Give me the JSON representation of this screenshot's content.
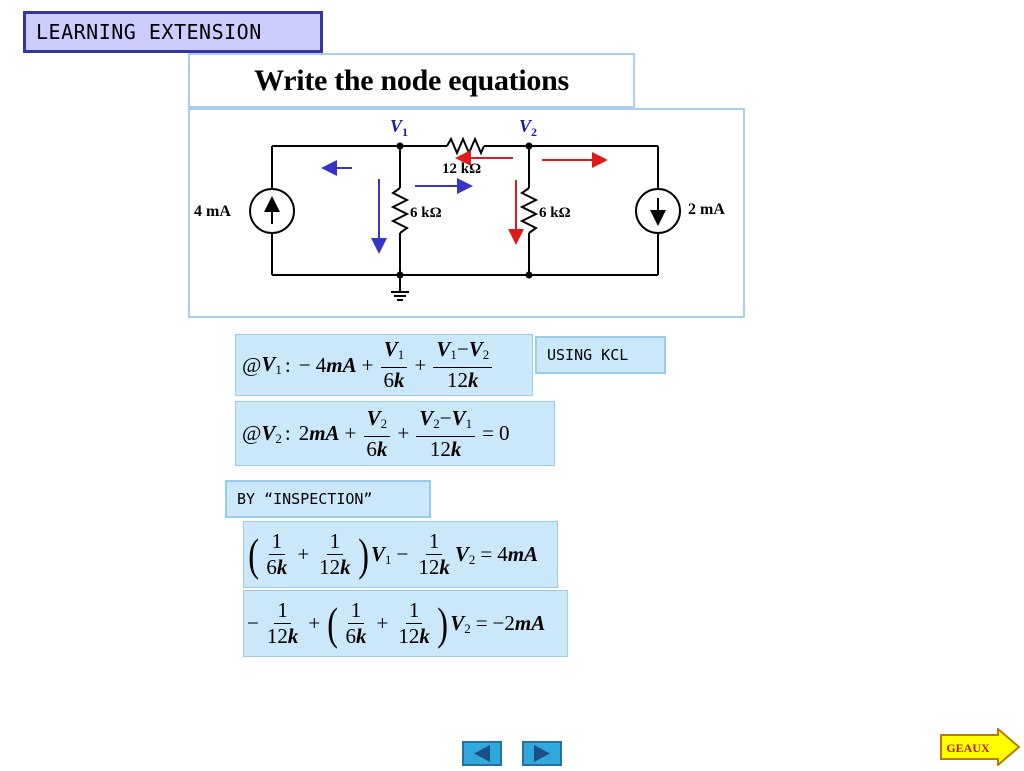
{
  "header": {
    "title": "LEARNING EXTENSION"
  },
  "prompt": "Write the node equations",
  "circuit": {
    "node1": "V",
    "node1_sub": "1",
    "node2": "V",
    "node2_sub": "2",
    "r_series": "12 kΩ",
    "r_left": "6 kΩ",
    "r_right": "6 kΩ",
    "source_left": "4 mA",
    "source_right": "2 mA"
  },
  "kcl_label": "USING KCL",
  "inspection_label": "BY “INSPECTION”",
  "eq1": {
    "at": "@",
    "node": "V",
    "node_sub": "1",
    "colon": ":",
    "t1": "− 4",
    "t1_unit": "mA",
    "plus1": "+",
    "n1": "V",
    "n1_sub": "1",
    "d1": "6",
    "d1_unit": "k",
    "plus2": "+",
    "n2a": "V",
    "n2a_sub": "1",
    "n2_minus": "−",
    "n2b": "V",
    "n2b_sub": "2",
    "d2": "12",
    "d2_unit": "k"
  },
  "eq2": {
    "at": "@",
    "node": "V",
    "node_sub": "2",
    "colon": ":",
    "t1": "2",
    "t1_unit": "mA",
    "plus1": "+",
    "n1": "V",
    "n1_sub": "2",
    "d1": "6",
    "d1_unit": "k",
    "plus2": "+",
    "n2a": "V",
    "n2a_sub": "2",
    "n2_minus": "−",
    "n2b": "V",
    "n2b_sub": "1",
    "d2": "12",
    "d2_unit": "k",
    "eq": "=",
    "rhs": "0"
  },
  "eq3": {
    "one": "1",
    "d1": "6",
    "d1_unit": "k",
    "plus": "+",
    "d2": "12",
    "d2_unit": "k",
    "v1": "V",
    "v1_sub": "1",
    "minus": "−",
    "d3": "12",
    "d3_unit": "k",
    "v2": "V",
    "v2_sub": "2",
    "eq": "=",
    "rhs": "4",
    "rhs_unit": "mA"
  },
  "eq4": {
    "lead": "−",
    "one": "1",
    "d1": "12",
    "d1_unit": "k",
    "plus": "+",
    "d2": "6",
    "d2_unit": "k",
    "d3": "12",
    "d3_unit": "k",
    "v2": "V",
    "v2_sub": "2",
    "eq": "=",
    "rhs": "−2",
    "rhs_unit": "mA"
  },
  "nav": {
    "geaux_label": "GEAUX"
  },
  "colors": {
    "blue_arrow": "#3535c8",
    "red_arrow": "#e01a1a",
    "box_fill": "#cbe8fb",
    "nav_fill": "#2fa8dc",
    "geaux_fill": "#ffff00"
  }
}
